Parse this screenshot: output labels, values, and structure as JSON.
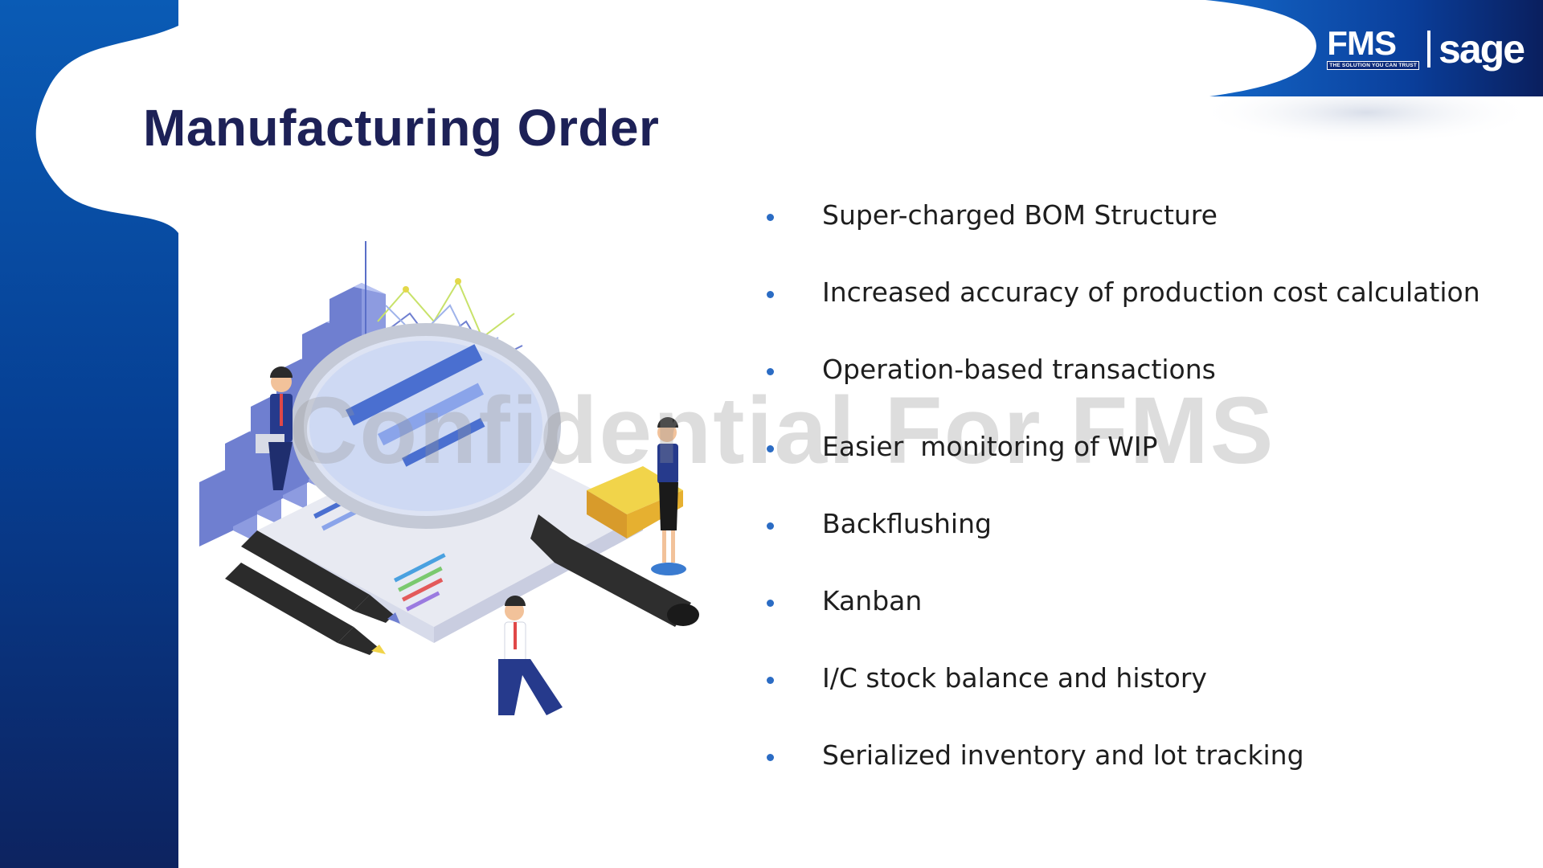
{
  "slide": {
    "title": "Manufacturing Order",
    "watermark": "Confidential For FMS"
  },
  "logo": {
    "brand": "FMS",
    "tagline": "THE SOLUTION YOU CAN TRUST",
    "partner": "sage"
  },
  "colors": {
    "navy": "#0d2a6e",
    "blue": "#0a5bb5",
    "title": "#1d2157",
    "bullet": "#2b6cc4"
  },
  "illustration": {
    "icon": "data-analysis-illustration"
  },
  "bullets": [
    "Super-charged BOM Structure",
    "Increased accuracy of production cost calculation",
    "Operation-based transactions",
    "Easier  monitoring of WIP",
    "Backflushing",
    "Kanban",
    "I/C stock balance and history",
    "Serialized inventory and lot tracking"
  ]
}
